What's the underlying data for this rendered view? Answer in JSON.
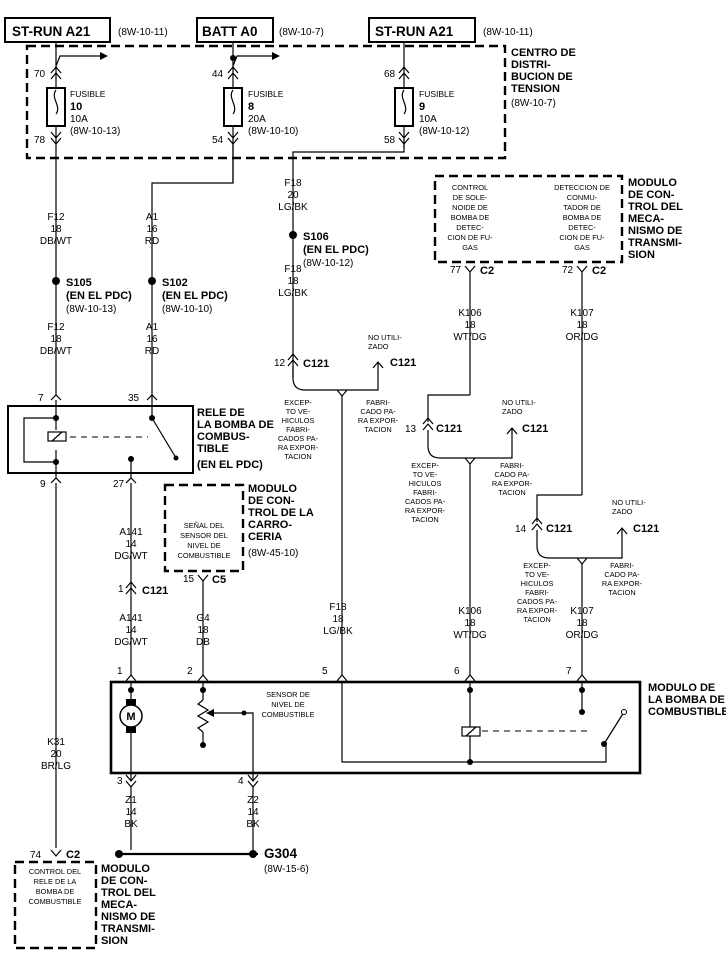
{
  "top": {
    "strun_left": {
      "label": "ST-RUN A21",
      "ref": "(8W-10-11)"
    },
    "batt": {
      "label": "BATT A0",
      "ref": "(8W-10-7)"
    },
    "strun_right": {
      "label": "ST-RUN A21",
      "ref": "(8W-10-11)"
    }
  },
  "pdc": {
    "title": [
      "CENTRO DE",
      "DISTRI-",
      "BUCION DE",
      "TENSION"
    ],
    "ref": "(8W-10-7)",
    "fuses": [
      {
        "in_pin": "70",
        "out_pin": "78",
        "label": "FUSIBLE",
        "num": "10",
        "amp": "10A",
        "ref": "(8W-10-13)"
      },
      {
        "in_pin": "44",
        "out_pin": "54",
        "label": "FUSIBLE",
        "num": "8",
        "amp": "20A",
        "ref": "(8W-10-10)"
      },
      {
        "in_pin": "68",
        "out_pin": "58",
        "label": "FUSIBLE",
        "num": "9",
        "amp": "10A",
        "ref": "(8W-10-12)"
      }
    ]
  },
  "wires": {
    "f12_a": [
      "F12",
      "18",
      "DB/WT"
    ],
    "f12_b": [
      "F12",
      "18",
      "DB/WT"
    ],
    "a1_a": [
      "A1",
      "16",
      "RD"
    ],
    "a1_b": [
      "A1",
      "16",
      "RD"
    ],
    "f18_a": [
      "F18",
      "20",
      "LG/BK"
    ],
    "f18_b": [
      "F18",
      "18",
      "LG/BK"
    ],
    "f18_c": [
      "F18",
      "18",
      "LG/BK"
    ],
    "k106_a": [
      "K106",
      "18",
      "WT/DG"
    ],
    "k106_b": [
      "K106",
      "18",
      "WT/DG"
    ],
    "k107_a": [
      "K107",
      "18",
      "OR/DG"
    ],
    "k107_b": [
      "K107",
      "18",
      "OR/DG"
    ],
    "a141_a": [
      "A141",
      "14",
      "DG/WT"
    ],
    "a141_b": [
      "A141",
      "14",
      "DG/WT"
    ],
    "g4": [
      "G4",
      "18",
      "DB"
    ],
    "k31": [
      "K31",
      "20",
      "BR/LG"
    ],
    "z1": [
      "Z1",
      "14",
      "BK"
    ],
    "z2": [
      "Z2",
      "14",
      "BK"
    ]
  },
  "splices": {
    "s105": {
      "name": "S105",
      "loc": "(EN EL PDC)",
      "ref": "(8W-10-13)"
    },
    "s102": {
      "name": "S102",
      "loc": "(EN EL PDC)",
      "ref": "(8W-10-10)"
    },
    "s106": {
      "name": "S106",
      "loc": "(EN EL PDC)",
      "ref": "(8W-10-12)"
    }
  },
  "pcm_top": {
    "title": [
      "MODULO",
      "DE CON-",
      "TROL DEL",
      "MECA-",
      "NISMO DE",
      "TRANSMI-",
      "SION"
    ],
    "left": [
      "CONTROL",
      "DE SOLE-",
      "NOIDE DE",
      "BOMBA DE",
      "DETEC-",
      "CION DE FU-",
      "GAS"
    ],
    "right": [
      "DETECCION DE",
      "CONMU-",
      "TADOR DE",
      "BOMBA DE",
      "DETEC-",
      "CION DE FU-",
      "GAS"
    ],
    "pin_left": "77",
    "pin_right": "72",
    "connector": "C2"
  },
  "c121": {
    "label": "C121",
    "no_util": [
      "NO UTILI-",
      "ZADO"
    ],
    "excep": [
      "EXCEP-",
      "TO VE-",
      "HICULOS",
      "FABRI-",
      "CADOS PA-",
      "RA EXPOR-",
      "TACION"
    ],
    "fabri": [
      "FABRI-",
      "CADO PA-",
      "RA EXPOR-",
      "TACION"
    ],
    "pins": {
      "f18": "12",
      "k106": "13",
      "k107": "14"
    }
  },
  "relay": {
    "title": [
      "RELE DE",
      "LA BOMBA DE",
      "COMBUS-",
      "TIBLE",
      "(EN EL PDC)"
    ],
    "pins": {
      "tl": "7",
      "tr": "35",
      "bl": "9",
      "br": "27"
    }
  },
  "bcm": {
    "title": [
      "MODULO",
      "DE CON-",
      "TROL DE LA",
      "CARRO-",
      "CERIA"
    ],
    "ref": "(8W-45-10)",
    "inner": [
      "SEÑAL DEL",
      "SENSOR DEL",
      "NIVEL DE",
      "COMBUSTIBLE"
    ],
    "pin": "15",
    "connector": "C5"
  },
  "pump": {
    "title": [
      "MODULO DE",
      "LA BOMBA DE",
      "COMBUSTIBLE"
    ],
    "sensor": [
      "SENSOR DE",
      "NIVEL DE",
      "COMBUSTIBLE"
    ],
    "motor": "M",
    "top_pins": [
      "1",
      "2",
      "5",
      "6",
      "7"
    ],
    "bottom_pins": [
      "3",
      "4"
    ]
  },
  "pcm_bottom": {
    "inner": [
      "CONTROL DEL",
      "RELE DE LA",
      "BOMBA DE",
      "COMBUSTIBLE"
    ],
    "pin": "74",
    "connector": "C2",
    "title": [
      "MODULO",
      "DE CON-",
      "TROL DEL",
      "MECA-",
      "NISMO DE",
      "TRANSMI-",
      "SION"
    ]
  },
  "ground": {
    "name": "G304",
    "ref": "(8W-15-6)"
  }
}
